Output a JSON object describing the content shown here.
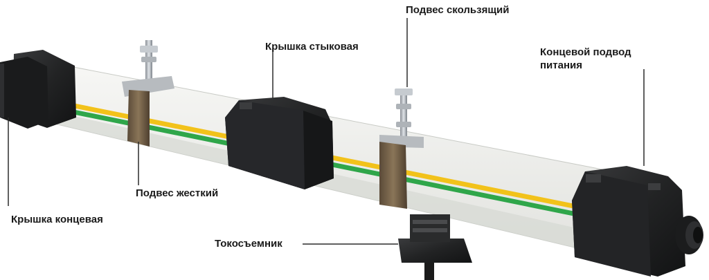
{
  "labels": {
    "end_cap": "Крышка концевая",
    "rigid_hanger": "Подвес жесткий",
    "joint_cover": "Крышка стыковая",
    "sliding_hanger": "Подвес скользящий",
    "end_feed": "Концевой подвод питания",
    "collector": "Токосъемник"
  },
  "colors": {
    "rail_body": "#ecedea",
    "rail_shade": "#d2d4cf",
    "stripe_yellow": "#f2c21a",
    "stripe_green": "#2fa64a",
    "plastic_dark": "#1e1f20",
    "bracket_metal": "#6b5a45",
    "bolt_metal": "#b9bec4",
    "leader_line": "#2a2a2a"
  },
  "icons": [
    "end-cap-icon",
    "rigid-hanger-icon",
    "joint-cover-icon",
    "sliding-hanger-icon",
    "end-feed-icon",
    "current-collector-icon"
  ]
}
